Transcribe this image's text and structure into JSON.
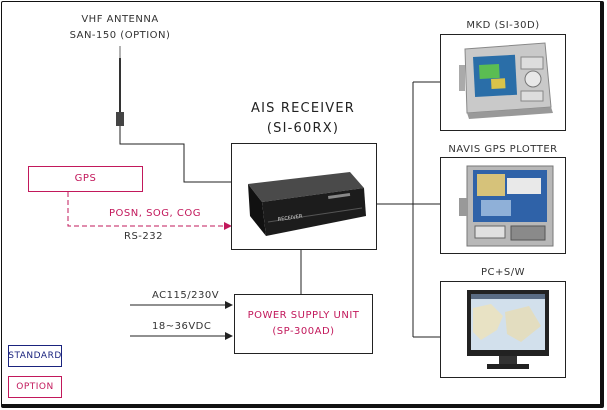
{
  "antenna": {
    "line1": "VHF ANTENNA",
    "line2": "SAN-150 (OPTION)"
  },
  "receiver": {
    "line1": "AIS RECEIVER",
    "line2": "(SI-60RX)",
    "device_label": "RECEIVER"
  },
  "gps": {
    "label": "GPS",
    "data_line1": "POSN, SOG, COG",
    "data_line2": "RS-232"
  },
  "power": {
    "input_ac": "AC115/230V",
    "input_dc": "18~36VDC",
    "unit_line1": "POWER SUPPLY UNIT",
    "unit_line2": "(SP-300AD)"
  },
  "devices": [
    {
      "label": "MKD (SI-30D)"
    },
    {
      "label": "NAVIS GPS PLOTTER"
    },
    {
      "label": "PC+S/W"
    }
  ],
  "legend": {
    "standard": "STANDARD",
    "option": "OPTION"
  },
  "colors": {
    "option_color": "#c2185b",
    "standard_color": "#1a237e",
    "line_color": "#222222"
  }
}
